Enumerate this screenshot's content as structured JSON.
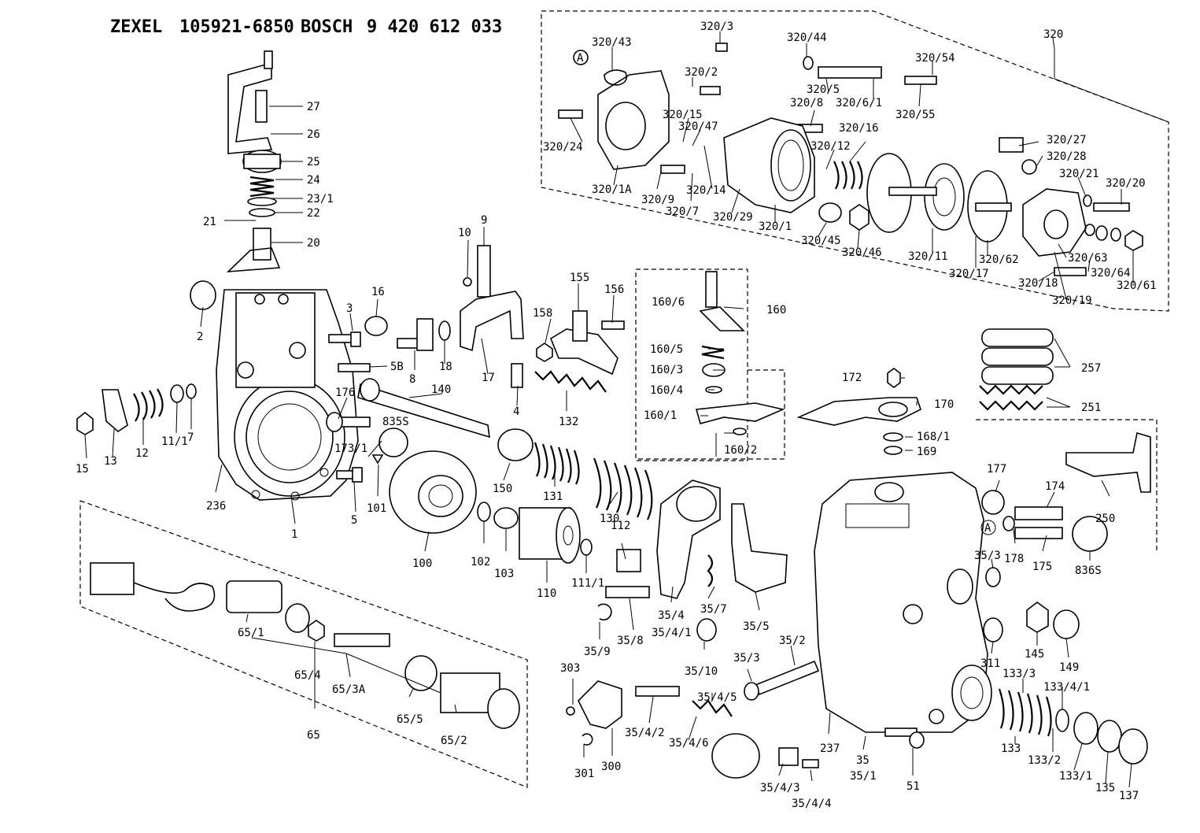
{
  "header": {
    "brand1": "ZEXEL",
    "part1": "105921-6850",
    "brand2": "BOSCH",
    "part2": "9 420 612 033"
  },
  "callouts": {
    "c27": "27",
    "c26": "26",
    "c25": "25",
    "c24": "24",
    "c23_1": "23/1",
    "c22": "22",
    "c21": "21",
    "c20": "20",
    "c2": "2",
    "c3": "3",
    "c16": "16",
    "c10": "10",
    "c9": "9",
    "c158": "158",
    "c155": "155",
    "c156": "156",
    "c58": "5B",
    "c8": "8",
    "c18": "18",
    "c17": "17",
    "c4": "4",
    "c132": "132",
    "c140": "140",
    "c176": "176",
    "c835s": "835S",
    "c173_1": "173/1",
    "c101": "101",
    "c5": "5",
    "c1": "1",
    "c236": "236",
    "c15": "15",
    "c13": "13",
    "c12": "12",
    "c11_1": "11/1",
    "c7": "7",
    "c160_6": "160/6",
    "c160": "160",
    "c160_5": "160/5",
    "c160_3": "160/3",
    "c160_4": "160/4",
    "c160_1": "160/1",
    "c160_2": "160/2",
    "c150": "150",
    "c131": "131",
    "c130": "130",
    "c100": "100",
    "c102": "102",
    "c103": "103",
    "c110": "110",
    "c111_1": "111/1",
    "c112": "112",
    "c35_4": "35/4",
    "c35_4_1": "35/4/1",
    "c35_7": "35/7",
    "c35_5": "35/5",
    "c35_9": "35/9",
    "c35_8": "35/8",
    "c35_10": "35/10",
    "c35_3a": "35/3",
    "c35_2": "35/2",
    "c303": "303",
    "c301": "301",
    "c300": "300",
    "c35_4_2": "35/4/2",
    "c35_4_6": "35/4/6",
    "c35_4_5": "35/4/5",
    "c35_4_3": "35/4/3",
    "c35_4_4": "35/4/4",
    "c237": "237",
    "c35": "35",
    "c35_1": "35/1",
    "c51": "51",
    "c65_1": "65/1",
    "c65_4": "65/4",
    "c65_3a": "65/3A",
    "c65_5": "65/5",
    "c65_2": "65/2",
    "c65": "65",
    "c172": "172",
    "c170": "170",
    "c168_1": "168/1",
    "c169": "169",
    "c257": "257",
    "c251": "251",
    "c250": "250",
    "c177": "177",
    "c174": "174",
    "c178": "178",
    "c175": "175",
    "c836s": "836S",
    "c35_3b": "35/3",
    "c311": "311",
    "c145": "145",
    "c149": "149",
    "c133_3": "133/3",
    "c133_4_1": "133/4/1",
    "c133": "133",
    "c133_2": "133/2",
    "c133_1": "133/1",
    "c135": "135",
    "c137": "137",
    "c320_3": "320/3",
    "c320_43": "320/43",
    "c320_2": "320/2",
    "c320_44": "320/44",
    "c320_54": "320/54",
    "c320": "320",
    "c320_5": "320/5",
    "c320_6_1": "320/6/1",
    "c320_8": "320/8",
    "c320_55": "320/55",
    "c320_15": "320/15",
    "c320_47": "320/47",
    "c320_16": "320/16",
    "c320_12": "320/12",
    "c320_24": "320/24",
    "c320_27": "320/27",
    "c320_28": "320/28",
    "c320_21": "320/21",
    "c320_20": "320/20",
    "c320_1a": "320/1A",
    "c320_9": "320/9",
    "c320_7": "320/7",
    "c320_14": "320/14",
    "c320_29": "320/29",
    "c320_1": "320/1",
    "c320_45": "320/45",
    "c320_46": "320/46",
    "c320_11": "320/11",
    "c320_17": "320/17",
    "c320_62": "320/62",
    "c320_63": "320/63",
    "c320_64": "320/64",
    "c320_18": "320/18",
    "c320_61": "320/61",
    "c320_19": "320/19",
    "marker_a": "A"
  }
}
